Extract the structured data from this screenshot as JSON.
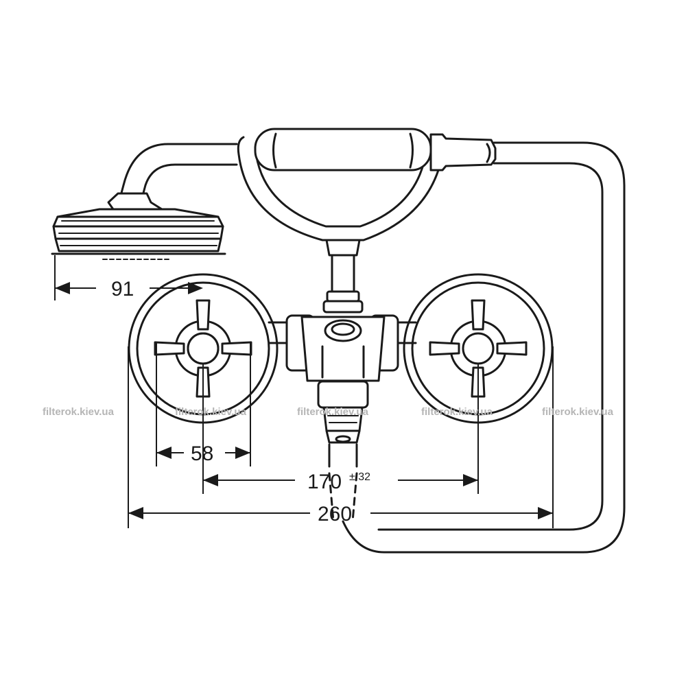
{
  "dimensions": {
    "d91": "91",
    "d58": "58",
    "d170": "170",
    "d170_tolerance": "± 32",
    "d260": "260"
  },
  "watermarks": [
    "filterok.kiev.ua",
    "filterok.kiev.ua",
    "filterok.kiev.ua",
    "filterok.kiev.ua",
    "filterok.kiev.ua"
  ]
}
